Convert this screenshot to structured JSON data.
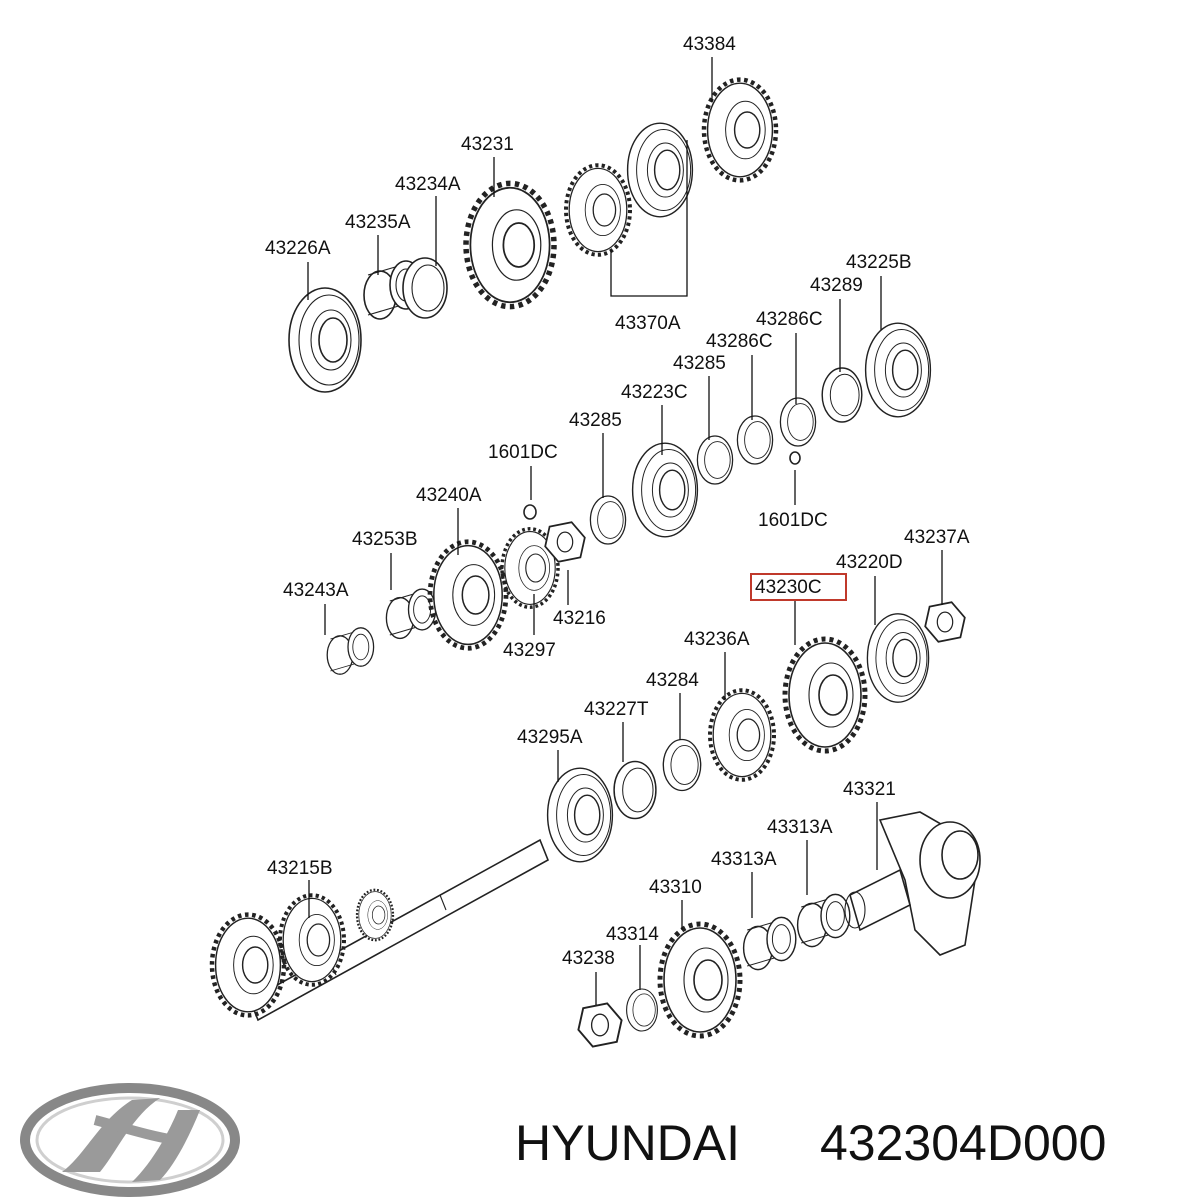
{
  "highlight_part": "43230C",
  "brand": "HYUNDAI",
  "part_number": "432304D000",
  "logo_icon": "hyundai-logo-icon",
  "highlight_color": "#c0392b",
  "labels": {
    "p43384": "43384",
    "p43231": "43231",
    "p43234A": "43234A",
    "p43235A": "43235A",
    "p43226A": "43226A",
    "p43370A": "43370A",
    "p43225B": "43225B",
    "p43289": "43289",
    "p43286C_1": "43286C",
    "p43286C_2": "43286C",
    "p43285_1": "43285",
    "p43223C": "43223C",
    "p43285_2": "43285",
    "p1601DC_1": "1601DC",
    "p1601DC_2": "1601DC",
    "p43240A": "43240A",
    "p43253B": "43253B",
    "p43243A": "43243A",
    "p43216": "43216",
    "p43297": "43297",
    "p43237A": "43237A",
    "p43220D": "43220D",
    "p43230C": "43230C",
    "p43236A": "43236A",
    "p43284": "43284",
    "p43227T": "43227T",
    "p43295A": "43295A",
    "p43321": "43321",
    "p43313A_1": "43313A",
    "p43313A_2": "43313A",
    "p43310": "43310",
    "p43314": "43314",
    "p43238": "43238",
    "p43215B": "43215B"
  }
}
